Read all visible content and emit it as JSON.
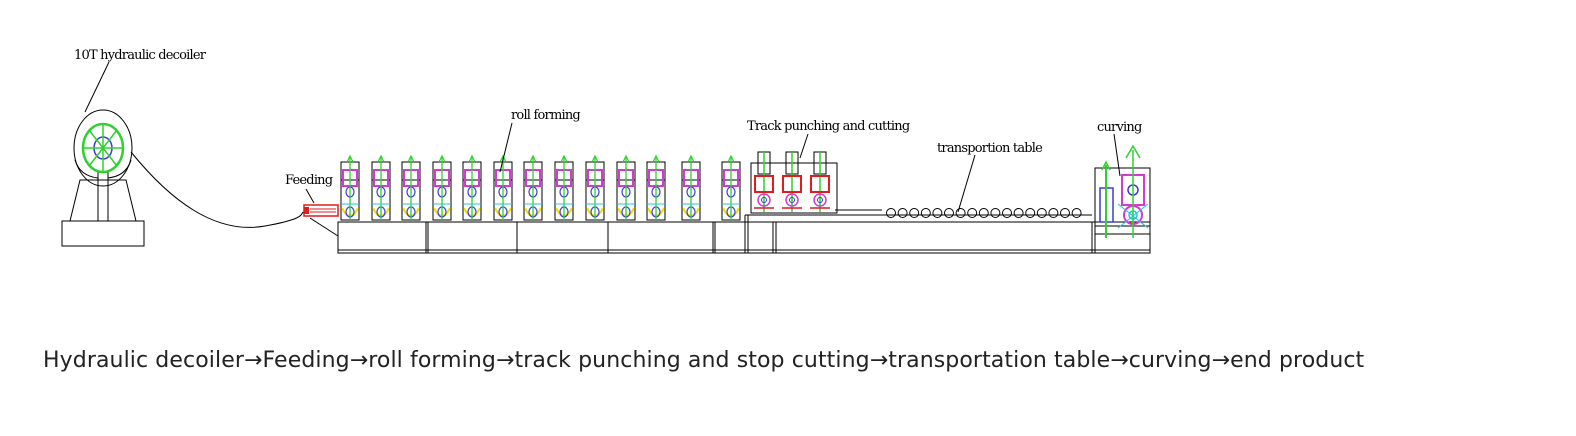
{
  "diagram": {
    "labels": {
      "decoiler": "10T hydraulic decoiler",
      "feeding": "Feeding",
      "roll_forming": "roll forming",
      "punching": "Track punching and cutting",
      "transport": "transportion table",
      "curving": "curving"
    },
    "colors": {
      "line": "#000000",
      "green": "#2fd12f",
      "magenta": "#d23ad2",
      "yellow": "#f0e000",
      "cyan": "#22c4d8",
      "red": "#e01c1c",
      "blue": "#3a3ae0"
    }
  },
  "caption": {
    "text": "Hydraulic decoiler→Feeding→roll forming→track punching and stop cutting→transportation table→curving→end product"
  }
}
